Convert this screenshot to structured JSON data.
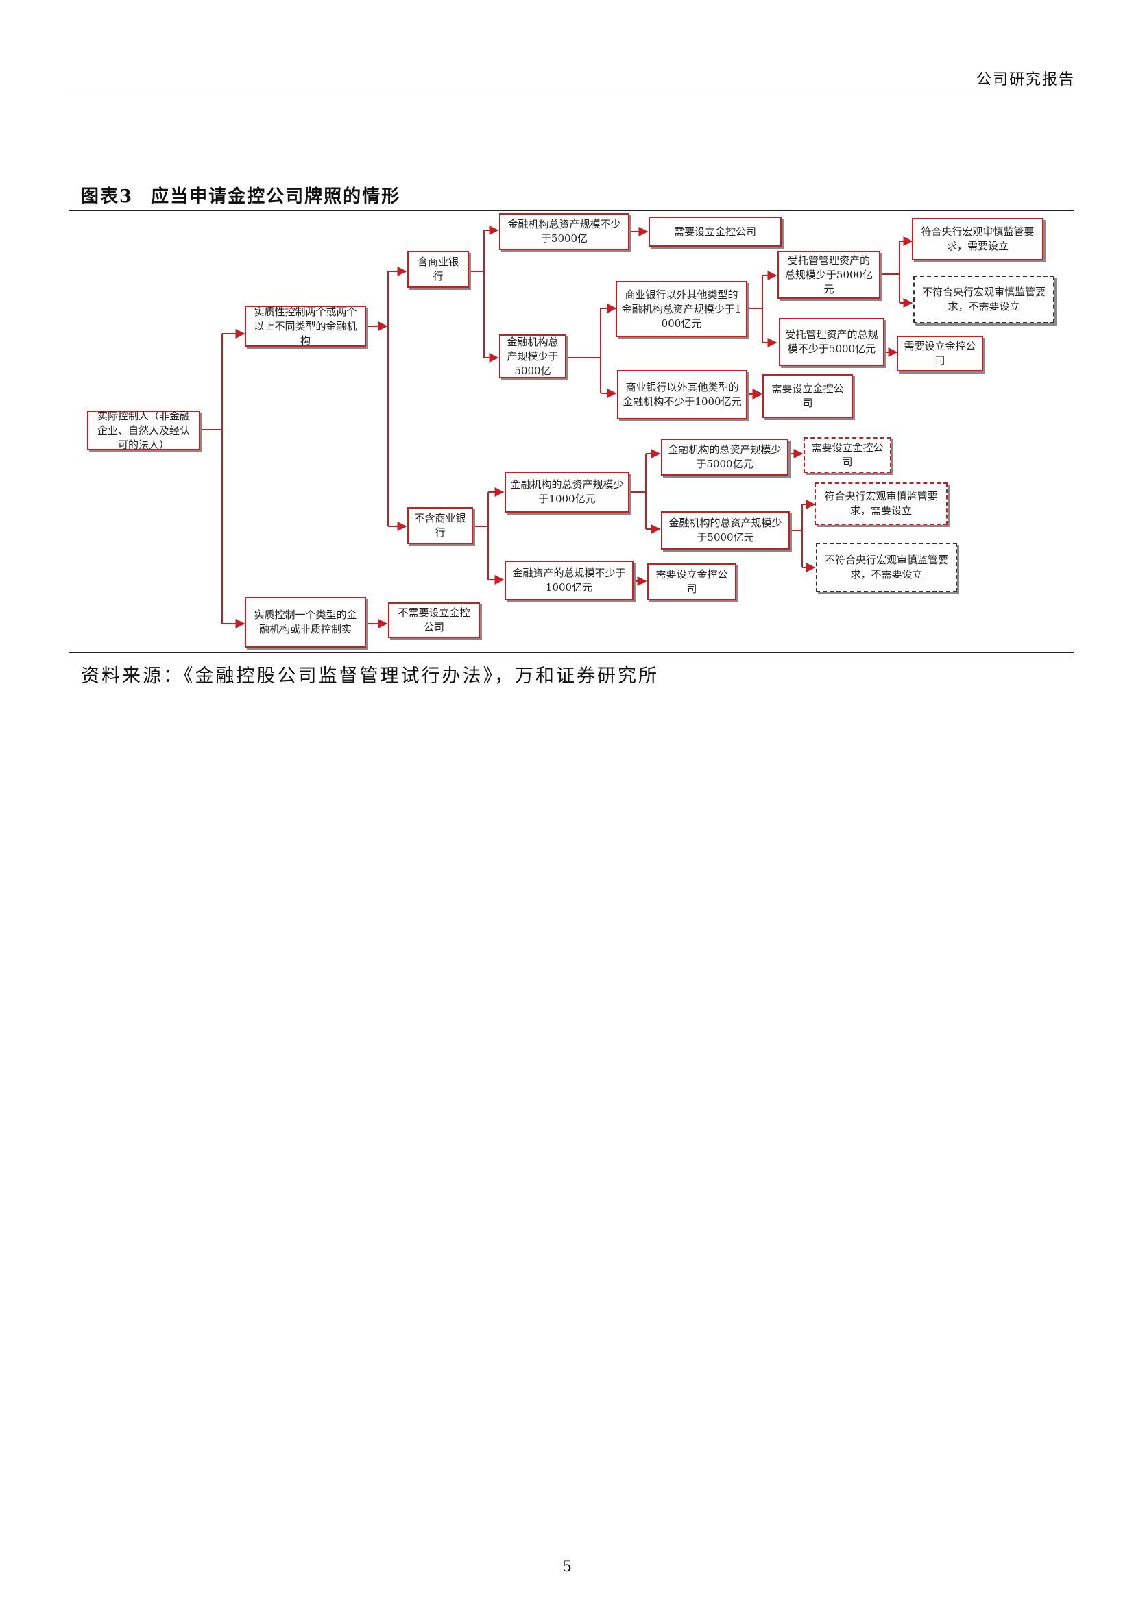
{
  "header": {
    "title": "公司研究报告"
  },
  "figure": {
    "number": "图表3",
    "title": "应当申请金控公司牌照的情形"
  },
  "diagram": {
    "root": "实际控制人（非金融企业、自然人及经认可的法人）",
    "multi": "实质性控制两个或两个以上不同类型的金融机构",
    "single": "实质控制一个类型的金融机构或非质控制实",
    "single_result": "不需要设立金控公司",
    "bank": "含商业银行",
    "bank_ge5000": "金融机构总资产规模不少于5000亿",
    "bank_ge5000_result": "需要设立金控公司",
    "bank_lt5000": "金融机构总产规模少于5000亿",
    "nonbank_lt1000": "商业银行以外其他类型的金融机构总资产规模少于1000亿元",
    "entrusted_lt5000": "受托管管理资产的总规模少于5000亿元",
    "meet_required": "符合央行宏观审慎监管要求，需要设立",
    "not_meet_not_required": "不符合央行宏观审慎监管要求，不需要设立",
    "entrusted_ge5000": "受托管理资产的总规模不少于5000亿元",
    "entrusted_ge5000_result": "需要设立金控公司",
    "nonbank_ge1000": "商业银行以外其他类型的金融机构不少于1000亿元",
    "nonbank_ge1000_result": "需要设立金控公司",
    "nobank": "不含商业银行",
    "nobank_lt1000": "金融机构的总资产规模少于1000亿元",
    "nobank_lt5000_a": "金融机构的总资产规模少于5000亿元",
    "nobank_lt5000_a_result": "需要设立金控公司",
    "nobank_lt5000_b": "金融机构的总资产规模少于5000亿元",
    "nobank_meet": "符合央行宏观审慎监管要求，需要设立",
    "nobank_not_meet": "不符合央行宏观审慎监管要求，不需要设立",
    "nobank_ge1000": "金融资产的总规模不少于1000亿元",
    "nobank_ge1000_result": "需要设立金控公司"
  },
  "source": "资料来源：《金融控股公司监督管理试行办法》，万和证券研究所",
  "page_number": "5"
}
